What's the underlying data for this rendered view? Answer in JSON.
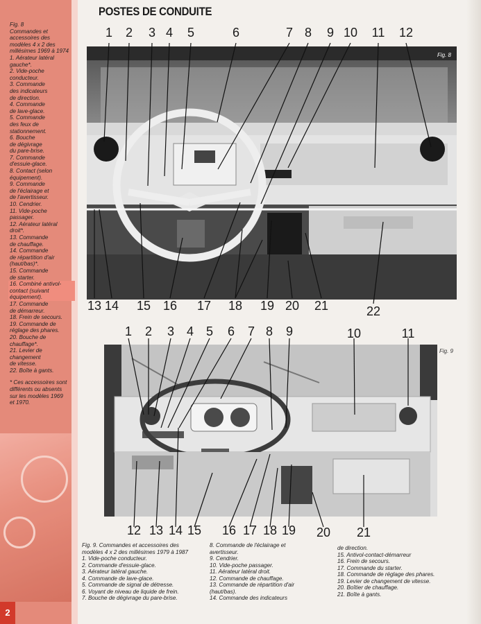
{
  "page": {
    "title": "POSTES DE CONDUITE",
    "page_number": "2"
  },
  "figure8": {
    "label": "Fig. 8",
    "numbers": [
      "1",
      "2",
      "3",
      "4",
      "5",
      "6",
      "7",
      "8",
      "9",
      "10",
      "11",
      "12",
      "13",
      "14",
      "15",
      "16",
      "17",
      "18",
      "19",
      "20",
      "21",
      "22"
    ],
    "caption_lines": [
      "Fig. 8",
      "Commandes et",
      "accessoires des",
      "modèles 4 x 2 des",
      "millésimes 1969 à 1974",
      "1. Aérateur latéral",
      "gauche*.",
      "2. Vide-poche",
      "conducteur.",
      "3. Commande",
      "des indicateurs",
      "de direction.",
      "4. Commande",
      "de lave-glace.",
      "5. Commande",
      "des feux de",
      "stationnement.",
      "6. Bouche",
      "de dégivrage",
      "du pare-brise.",
      "7. Commande",
      "d'essuie-glace.",
      "8. Contact (selon",
      "équipement).",
      "9. Commande",
      "de l'éclairage et",
      "de l'avertisseur.",
      "10. Cendrier.",
      "11. Vide-poche",
      "passager.",
      "12. Aérateur latéral",
      "droit*.",
      "13. Commande",
      "de chauffage.",
      "14. Commande",
      "de répartition d'air",
      "(haut/bas)*.",
      "15. Commande",
      "de starter.",
      "16. Combiné antivol-",
      "contact (suivant",
      "équipement).",
      "17. Commande",
      "de démarreur.",
      "18. Frein de secours.",
      "19. Commande de",
      "réglage des phares.",
      "20. Bouche de",
      "chauffage*.",
      "21. Levier de",
      "changement",
      "de vitesse.",
      "22. Boîte à gants."
    ],
    "footnote_lines": [
      "* Ces accessoires sont",
      "différents ou absents",
      "sur les modèles 1969",
      "et 1970."
    ]
  },
  "figure9": {
    "label": "Fig. 9",
    "numbers": [
      "1",
      "2",
      "3",
      "4",
      "5",
      "6",
      "7",
      "8",
      "9",
      "10",
      "11",
      "12",
      "13",
      "14",
      "15",
      "16",
      "17",
      "18",
      "19",
      "20",
      "21"
    ],
    "caption_col1": [
      "Fig. 9. Commandes et accessoires des",
      "modèles 4 x 2 des millésimes 1979 à 1987",
      "1. Vide-poche conducteur.",
      "2. Commande d'essuie-glace.",
      "3. Aérateur latéral gauche.",
      "4. Commande de lave-glace.",
      "5. Commande de signal de détresse.",
      "6. Voyant de niveau de liquide de frein.",
      "7. Bouche de dégivrage du pare-brise."
    ],
    "caption_col2": [
      "8. Commande de l'éclairage et",
      "avertisseur.",
      "9. Cendrier.",
      "10. Vide-poche passager.",
      "11. Aérateur latéral droit.",
      "12. Commande de chauffage.",
      "13. Commande de répartition d'air",
      "(haut/bas).",
      "14. Commande des indicateurs"
    ],
    "caption_col3": [
      "de direction.",
      "15. Antivol-contact-démarreur",
      "16. Frein de secours.",
      "17. Commande du starter.",
      "18. Commande de réglage des phares.",
      "19. Levier de changement de vitesse.",
      "20. Boîtier de chauffage.",
      "21. Boîte à gants."
    ]
  }
}
